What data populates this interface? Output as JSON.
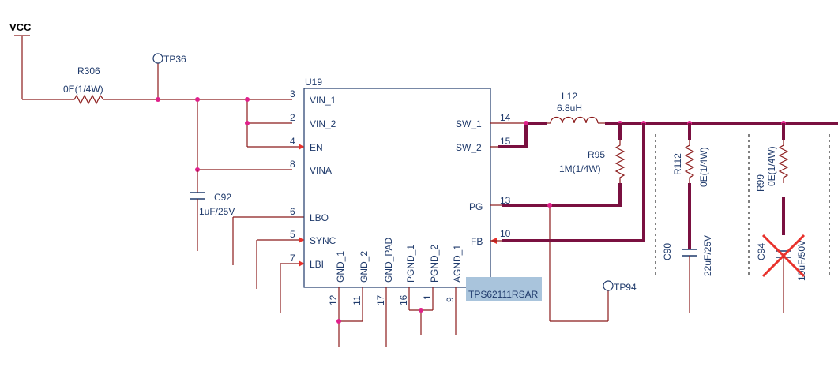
{
  "power": {
    "vcc": "VCC"
  },
  "ic": {
    "refdes": "U19",
    "part": "TPS62111RSAR",
    "left_pins": [
      {
        "num": "3",
        "name": "VIN_1"
      },
      {
        "num": "2",
        "name": "VIN_2"
      },
      {
        "num": "4",
        "name": "EN"
      },
      {
        "num": "8",
        "name": "VINA"
      },
      {
        "num": "6",
        "name": "LBO"
      },
      {
        "num": "5",
        "name": "SYNC"
      },
      {
        "num": "7",
        "name": "LBI"
      }
    ],
    "right_pins": [
      {
        "num": "14",
        "name": "SW_1"
      },
      {
        "num": "15",
        "name": "SW_2"
      },
      {
        "num": "13",
        "name": "PG"
      },
      {
        "num": "10",
        "name": "FB"
      }
    ],
    "bottom_pins": [
      {
        "num": "12",
        "name": "GND_1"
      },
      {
        "num": "11",
        "name": "GND_2"
      },
      {
        "num": "17",
        "name": "GND_PAD"
      },
      {
        "num": "16",
        "name": "PGND_1"
      },
      {
        "num": "1",
        "name": "PGND_2"
      },
      {
        "num": "9",
        "name": "AGND_1"
      }
    ]
  },
  "components": {
    "r306": {
      "ref": "R306",
      "value": "0E(1/4W)"
    },
    "c92": {
      "ref": "C92",
      "value": "1uF/25V"
    },
    "l12": {
      "ref": "L12",
      "value": "6.8uH"
    },
    "r95": {
      "ref": "R95",
      "value": "1M(1/4W)"
    },
    "r112": {
      "ref": "R112",
      "value": "0E(1/4W)"
    },
    "c90": {
      "ref": "C90",
      "value": "22uF/25V"
    },
    "r99": {
      "ref": "R99",
      "value": "0E(1/4W)"
    },
    "c94": {
      "ref": "C94",
      "value": "10uF/50V"
    }
  },
  "test_points": {
    "tp36": "TP36",
    "tp94": "TP94"
  },
  "colors": {
    "wire": "#8b1a1a",
    "bus": "#7a1040",
    "text": "#1f3a6b",
    "highlight": "#a9c4dc",
    "dnp_cross": "#e8322c"
  }
}
